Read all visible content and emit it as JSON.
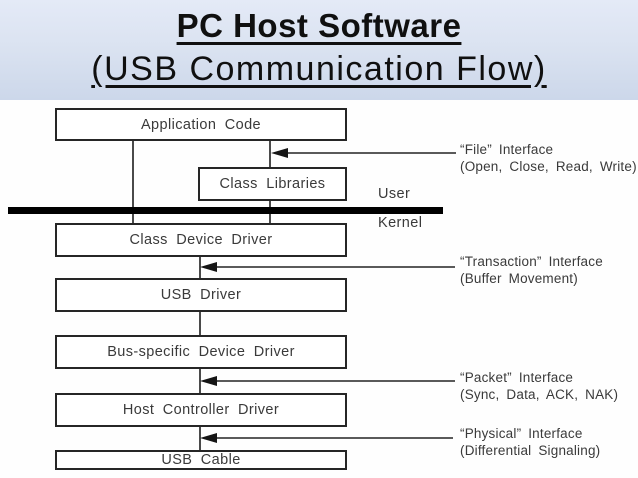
{
  "title": {
    "line1": "PC Host Software",
    "line2": "(USB Communication Flow)"
  },
  "diagram": {
    "boxes": [
      {
        "label": "Application Code"
      },
      {
        "label": "Class Libraries"
      },
      {
        "label": "Class Device Driver"
      },
      {
        "label": "USB Driver"
      },
      {
        "label": "Bus-specific Device Driver"
      },
      {
        "label": "Host Controller Driver"
      },
      {
        "label": "USB Cable"
      }
    ],
    "boundary": {
      "above_label": "User",
      "below_label": "Kernel"
    },
    "interfaces": [
      {
        "name": "“File” Interface",
        "detail": "(Open, Close, Read, Write)"
      },
      {
        "name": "“Transaction” Interface",
        "detail": "(Buffer Movement)"
      },
      {
        "name": "“Packet” Interface",
        "detail": "(Sync, Data, ACK, NAK)"
      },
      {
        "name": "“Physical” Interface",
        "detail": "(Differential Signaling)"
      }
    ],
    "colors": {
      "title_band_top": "#e4eaf7",
      "title_band_bottom": "#ccd7ea",
      "title_text": "#101010",
      "box_border": "#262626",
      "diagram_text": "#3a3a3a",
      "connector_line": "#4a4a4a",
      "divider_bar": "#000000",
      "background": "#fefefe"
    }
  }
}
